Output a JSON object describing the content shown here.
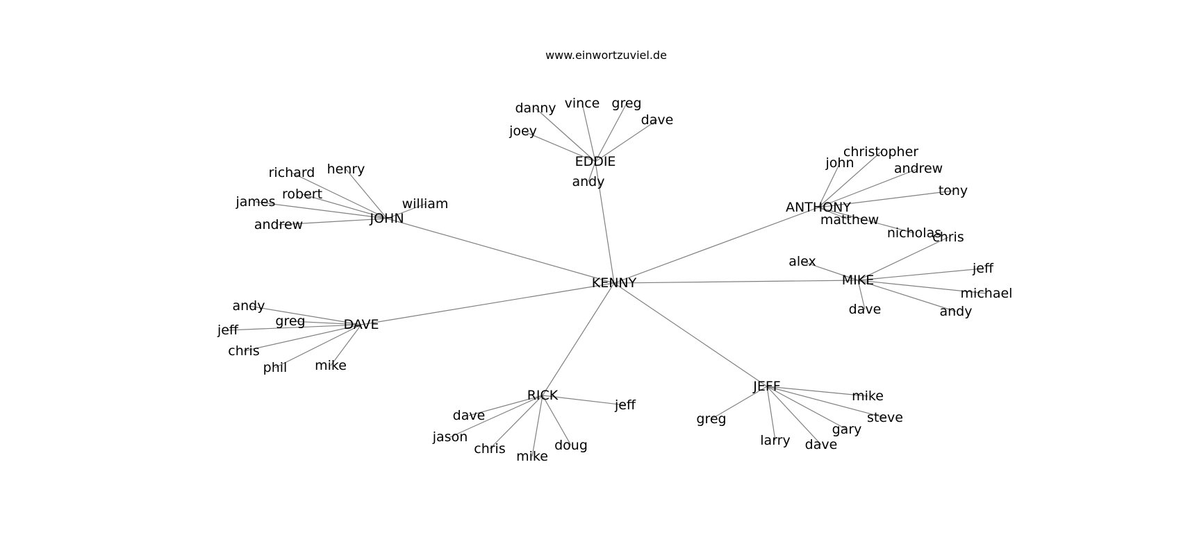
{
  "caption": "www.einwortzuviel.de",
  "graph": {
    "root": "KENNY",
    "hubs": [
      {
        "id": "JOHN",
        "label": "JOHN",
        "leaves": [
          "william",
          "henry",
          "richard",
          "robert",
          "james",
          "andrew"
        ]
      },
      {
        "id": "EDDIE",
        "label": "EDDIE",
        "leaves": [
          "danny",
          "vince",
          "greg",
          "dave",
          "joey",
          "andy"
        ]
      },
      {
        "id": "ANTHONY",
        "label": "ANTHONY",
        "leaves": [
          "christopher",
          "john",
          "andrew",
          "tony",
          "matthew",
          "nicholas"
        ]
      },
      {
        "id": "MIKE",
        "label": "MIKE",
        "leaves": [
          "alex",
          "chris",
          "jeff",
          "michael",
          "andy",
          "dave"
        ]
      },
      {
        "id": "DAVE",
        "label": "DAVE",
        "leaves": [
          "andy",
          "greg",
          "jeff",
          "chris",
          "phil",
          "mike"
        ]
      },
      {
        "id": "RICK",
        "label": "RICK",
        "leaves": [
          "jeff",
          "dave",
          "jason",
          "chris",
          "mike",
          "doug"
        ]
      },
      {
        "id": "JEFF",
        "label": "JEFF",
        "leaves": [
          "mike",
          "steve",
          "gary",
          "dave",
          "larry",
          "greg"
        ]
      }
    ]
  }
}
